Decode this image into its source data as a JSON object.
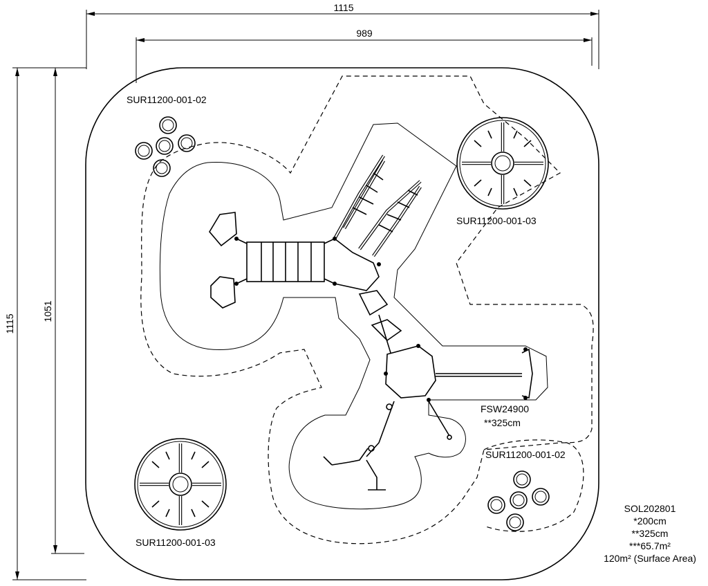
{
  "dimensions": {
    "outer_width": "1115",
    "inner_width": "989",
    "outer_height": "1115",
    "inner_height": "1051"
  },
  "labels": {
    "sur_top_left": "SUR11200-001-02",
    "sur_top_right": "SUR11200-001-03",
    "sur_bottom_left": "SUR11200-001-03",
    "sur_bottom_right": "SUR11200-001-02",
    "fsw_code": "FSW24900",
    "fsw_height": "**325cm"
  },
  "legend": {
    "code": "SOL202801",
    "line1": "*200cm",
    "line2": "**325cm",
    "line3": "***65.7m²",
    "line4": "120m² (Surface Area)"
  }
}
